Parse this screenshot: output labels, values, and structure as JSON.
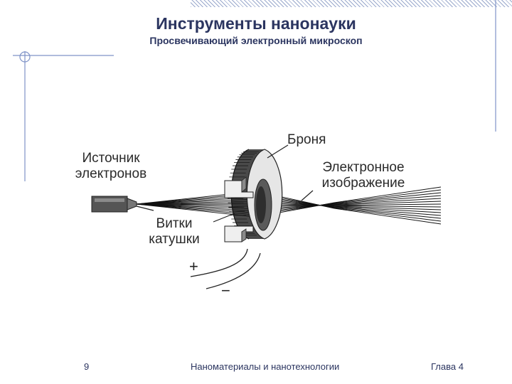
{
  "slide": {
    "title": "Инструменты нанонауки",
    "subtitle": "Просвечивающий электронный микроскоп"
  },
  "diagram": {
    "labels": {
      "source": "Источник\nэлектронов",
      "armor": "Броня",
      "image": "Электронное\nизображение",
      "coils": "Витки\nкатушки",
      "plus": "+",
      "minus": "−"
    },
    "colors": {
      "ring_face": "#e6e6e6",
      "ring_dark": "#3a3a3a",
      "beam": "#111111",
      "title_color": "#2b3560",
      "accent_line": "#7f93c7"
    }
  },
  "footer": {
    "page_number": "9",
    "course": "Наноматериалы и нанотехнологии",
    "chapter": "Глава 4"
  }
}
